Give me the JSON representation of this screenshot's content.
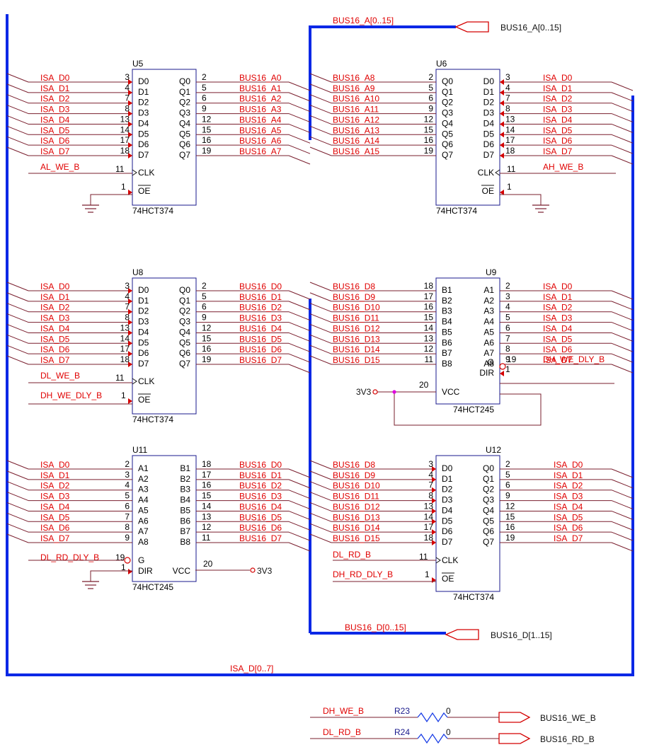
{
  "page_title": "",
  "colors": {
    "bus": "#0a28e6",
    "net_label": "#e00000",
    "chip_outline": "#1a1a8c",
    "wire": "#7a1f2e"
  },
  "buses": {
    "isa_d": "ISA_D[0..7]",
    "bus16_a": "BUS16_A[0..15]",
    "bus16_d": "BUS16_D[0..15]",
    "port_bus16_a": "BUS16_A[0..15]",
    "port_bus16_d": "BUS16_D[1..15]"
  },
  "power_label": "3V3",
  "chips": {
    "u5": {
      "ref": "U5",
      "part": "74HCT374",
      "left_pins": [
        "D0",
        "D1",
        "D2",
        "D3",
        "D4",
        "D5",
        "D6",
        "D7"
      ],
      "left_nums": [
        "3",
        "4",
        "7",
        "8",
        "13",
        "14",
        "17",
        "18"
      ],
      "left_nets": [
        "ISA_D0",
        "ISA_D1",
        "ISA_D2",
        "ISA_D3",
        "ISA_D4",
        "ISA_D5",
        "ISA_D6",
        "ISA_D7"
      ],
      "right_pins": [
        "Q0",
        "Q1",
        "Q2",
        "Q3",
        "Q4",
        "Q5",
        "Q6",
        "Q7"
      ],
      "right_nums": [
        "2",
        "5",
        "6",
        "9",
        "12",
        "15",
        "16",
        "19"
      ],
      "right_nets": [
        "BUS16_A0",
        "BUS16_A1",
        "BUS16_A2",
        "BUS16_A3",
        "BUS16_A4",
        "BUS16_A5",
        "BUS16_A6",
        "BUS16_A7"
      ],
      "clk_pin": "CLK",
      "clk_num": "11",
      "clk_net": "AL_WE_B",
      "oe_pin": "OE",
      "oe_num": "1"
    },
    "u6": {
      "ref": "U6",
      "part": "74HCT374",
      "left_pins": [
        "Q0",
        "Q1",
        "Q2",
        "Q3",
        "Q4",
        "Q5",
        "Q6",
        "Q7"
      ],
      "left_nums": [
        "2",
        "5",
        "6",
        "9",
        "12",
        "15",
        "16",
        "19"
      ],
      "left_nets": [
        "BUS16_A8",
        "BUS16_A9",
        "BUS16_A10",
        "BUS16_A11",
        "BUS16_A12",
        "BUS16_A13",
        "BUS16_A14",
        "BUS16_A15"
      ],
      "right_pins": [
        "D0",
        "D1",
        "D2",
        "D3",
        "D4",
        "D5",
        "D6",
        "D7"
      ],
      "right_nums": [
        "3",
        "4",
        "7",
        "8",
        "13",
        "14",
        "17",
        "18"
      ],
      "right_nets": [
        "ISA_D0",
        "ISA_D1",
        "ISA_D2",
        "ISA_D3",
        "ISA_D4",
        "ISA_D5",
        "ISA_D6",
        "ISA_D7"
      ],
      "clk_pin": "CLK",
      "clk_num": "11",
      "clk_net": "AH_WE_B",
      "oe_pin": "OE",
      "oe_num": "1"
    },
    "u8": {
      "ref": "U8",
      "part": "74HCT374",
      "left_pins": [
        "D0",
        "D1",
        "D2",
        "D3",
        "D4",
        "D5",
        "D6",
        "D7"
      ],
      "left_nums": [
        "3",
        "4",
        "7",
        "8",
        "13",
        "14",
        "17",
        "18"
      ],
      "left_nets": [
        "ISA_D0",
        "ISA_D1",
        "ISA_D2",
        "ISA_D3",
        "ISA_D4",
        "ISA_D5",
        "ISA_D6",
        "ISA_D7"
      ],
      "right_pins": [
        "Q0",
        "Q1",
        "Q2",
        "Q3",
        "Q4",
        "Q5",
        "Q6",
        "Q7"
      ],
      "right_nums": [
        "2",
        "5",
        "6",
        "9",
        "12",
        "15",
        "16",
        "19"
      ],
      "right_nets": [
        "BUS16_D0",
        "BUS16_D1",
        "BUS16_D2",
        "BUS16_D3",
        "BUS16_D4",
        "BUS16_D5",
        "BUS16_D6",
        "BUS16_D7"
      ],
      "clk_pin": "CLK",
      "clk_num": "11",
      "clk_net": "DL_WE_B",
      "oe_pin": "OE",
      "oe_num": "1",
      "oe_net": "DH_WE_DLY_B"
    },
    "u9": {
      "ref": "U9",
      "part": "74HCT245",
      "left_pins": [
        "B1",
        "B2",
        "B3",
        "B4",
        "B5",
        "B6",
        "B7",
        "B8"
      ],
      "left_nums": [
        "18",
        "17",
        "16",
        "15",
        "14",
        "13",
        "12",
        "11"
      ],
      "left_nets": [
        "BUS16_D8",
        "BUS16_D9",
        "BUS16_D10",
        "BUS16_D11",
        "BUS16_D12",
        "BUS16_D13",
        "BUS16_D14",
        "BUS16_D15"
      ],
      "right_pins": [
        "A1",
        "A2",
        "A3",
        "A4",
        "A5",
        "A6",
        "A7",
        "A8"
      ],
      "right_nums": [
        "2",
        "3",
        "4",
        "5",
        "6",
        "7",
        "8",
        "9"
      ],
      "right_nets": [
        "ISA_D0",
        "ISA_D1",
        "ISA_D2",
        "ISA_D3",
        "ISA_D4",
        "ISA_D5",
        "ISA_D6",
        "ISA_D7"
      ],
      "g_pin": "G",
      "g_num": "19",
      "g_net": "DH_WE_DLY_B",
      "dir_pin": "DIR",
      "dir_num": "1",
      "vcc_pin": "VCC",
      "vcc_num": "20"
    },
    "u11": {
      "ref": "U11",
      "part": "74HCT245",
      "left_pins": [
        "A1",
        "A2",
        "A3",
        "A4",
        "A5",
        "A6",
        "A7",
        "A8"
      ],
      "left_nums": [
        "2",
        "3",
        "4",
        "5",
        "6",
        "7",
        "8",
        "9"
      ],
      "left_nets": [
        "ISA_D0",
        "ISA_D1",
        "ISA_D2",
        "ISA_D3",
        "ISA_D4",
        "ISA_D5",
        "ISA_D6",
        "ISA_D7"
      ],
      "right_pins": [
        "B1",
        "B2",
        "B3",
        "B4",
        "B5",
        "B6",
        "B7",
        "B8"
      ],
      "right_nums": [
        "18",
        "17",
        "16",
        "15",
        "14",
        "13",
        "12",
        "11"
      ],
      "right_nets": [
        "BUS16_D0",
        "BUS16_D1",
        "BUS16_D2",
        "BUS16_D3",
        "BUS16_D4",
        "BUS16_D5",
        "BUS16_D6",
        "BUS16_D7"
      ],
      "g_pin": "G",
      "g_num": "19",
      "g_net": "DL_RD_DLY_B",
      "dir_pin": "DIR",
      "dir_num": "1",
      "vcc_pin": "VCC",
      "vcc_num": "20"
    },
    "u12": {
      "ref": "U12",
      "part": "74HCT374",
      "left_pins": [
        "D0",
        "D1",
        "D2",
        "D3",
        "D4",
        "D5",
        "D6",
        "D7"
      ],
      "left_nums": [
        "3",
        "4",
        "7",
        "8",
        "13",
        "14",
        "17",
        "18"
      ],
      "left_nets": [
        "BUS16_D8",
        "BUS16_D9",
        "BUS16_D10",
        "BUS16_D11",
        "BUS16_D12",
        "BUS16_D13",
        "BUS16_D14",
        "BUS16_D15"
      ],
      "right_pins": [
        "Q0",
        "Q1",
        "Q2",
        "Q3",
        "Q4",
        "Q5",
        "Q6",
        "Q7"
      ],
      "right_nums": [
        "2",
        "5",
        "6",
        "9",
        "12",
        "15",
        "16",
        "19"
      ],
      "right_nets": [
        "ISA_D0",
        "ISA_D1",
        "ISA_D2",
        "ISA_D3",
        "ISA_D4",
        "ISA_D5",
        "ISA_D6",
        "ISA_D7"
      ],
      "clk_pin": "CLK",
      "clk_num": "11",
      "clk_net": "DL_RD_B",
      "oe_pin": "OE",
      "oe_num": "1",
      "oe_net": "DH_RD_DLY_B"
    }
  },
  "resistors": [
    {
      "ref": "R23",
      "value": "0",
      "net": "DH_WE_B",
      "port": "BUS16_WE_B"
    },
    {
      "ref": "R24",
      "value": "0",
      "net": "DL_RD_B",
      "port": "BUS16_RD_B"
    }
  ]
}
